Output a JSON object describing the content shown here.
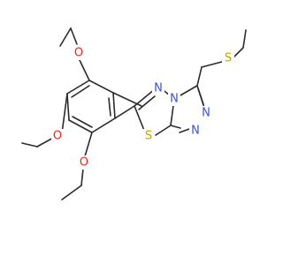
{
  "molecule": {
    "atoms": [
      {
        "id": "O1",
        "symbol": "O",
        "color": "#e8291c"
      },
      {
        "id": "O2",
        "symbol": "O",
        "color": "#e8291c"
      },
      {
        "id": "O3",
        "symbol": "O",
        "color": "#e8291c"
      },
      {
        "id": "N1",
        "symbol": "N",
        "color": "#3a4fe8"
      },
      {
        "id": "N2",
        "symbol": "N",
        "color": "#3a4fe8"
      },
      {
        "id": "N3",
        "symbol": "N",
        "color": "#3a4fe8"
      },
      {
        "id": "N4",
        "symbol": "N",
        "color": "#3a4fe8"
      },
      {
        "id": "S1",
        "symbol": "S",
        "color": "#b8a800"
      },
      {
        "id": "S2",
        "symbol": "S",
        "color": "#b8a800"
      }
    ]
  }
}
